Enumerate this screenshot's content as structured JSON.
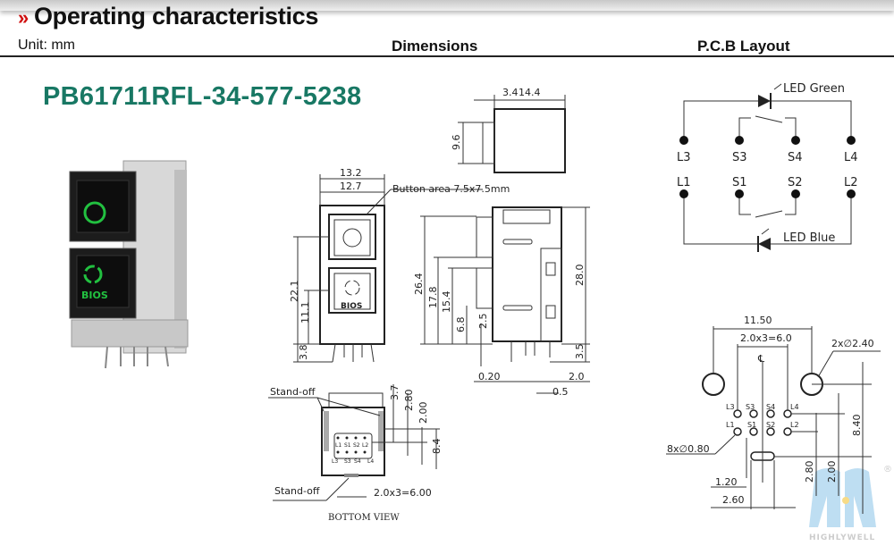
{
  "header": {
    "bullet": "»",
    "title": "Operating characteristics"
  },
  "subheader": {
    "unit": "Unit: mm",
    "dimensions": "Dimensions",
    "pcb_layout": "P.C.B Layout"
  },
  "part_number": "PB61711RFL-34-577-5238",
  "photo": {
    "button_bottom_text": "BIOS"
  },
  "top_view": {
    "d1": "3.4",
    "d2": "14.4",
    "height": "9.6"
  },
  "front_view": {
    "w_outer": "13.2",
    "w_inner": "12.7",
    "button_area": "Button area 7.5x7.5mm",
    "h1": "22.1",
    "h2": "11.1",
    "h3": "3.8",
    "button_text": "BIOS"
  },
  "side_view": {
    "h_26": "26.4",
    "h_17": "17.8",
    "h_15": "15.4",
    "h_6": "6.8",
    "h_2": "2.5",
    "h_28": "28.0",
    "h_3": "3.5",
    "w_020": "0.20",
    "w_20": "2.0",
    "w_05": "0.5"
  },
  "bottom_view": {
    "standoff_top": "Stand-off",
    "standoff_bottom": "Stand-off",
    "d_37": "3.7",
    "d_280": "2.80",
    "d_200": "2.00",
    "d_84": "8.4",
    "pitch": "2.0x3=6.00",
    "caption": "BOTTOM VIEW",
    "pins_top": [
      "L1",
      "S1",
      "S2",
      "L2"
    ],
    "pins_bottom": [
      "L3",
      "S3",
      "S4",
      "L4"
    ]
  },
  "schematic": {
    "led_green": "LED Green",
    "led_blue": "LED Blue",
    "row1": [
      "L3",
      "S3",
      "S4",
      "L4"
    ],
    "row2": [
      "L1",
      "S1",
      "S2",
      "L2"
    ]
  },
  "footprint": {
    "span": "11.50",
    "pitch": "2.0x3=6.0",
    "mount_holes": "2x∅2.40",
    "centerline": "℄",
    "row1": [
      "L3",
      "S3",
      "S4",
      "L4"
    ],
    "row2": [
      "L1",
      "S1",
      "S2",
      "L2"
    ],
    "pin_holes": "8x∅0.80",
    "d_120": "1.20",
    "d_260": "2.60",
    "d_280": "2.80",
    "d_200": "2.00",
    "d_840": "8.40"
  },
  "logo": {
    "text": "HIGHLYWELL",
    "registered": "®"
  },
  "colors": {
    "accent_red": "#d01010",
    "part_teal": "#187864",
    "led_green": "#22c040"
  }
}
